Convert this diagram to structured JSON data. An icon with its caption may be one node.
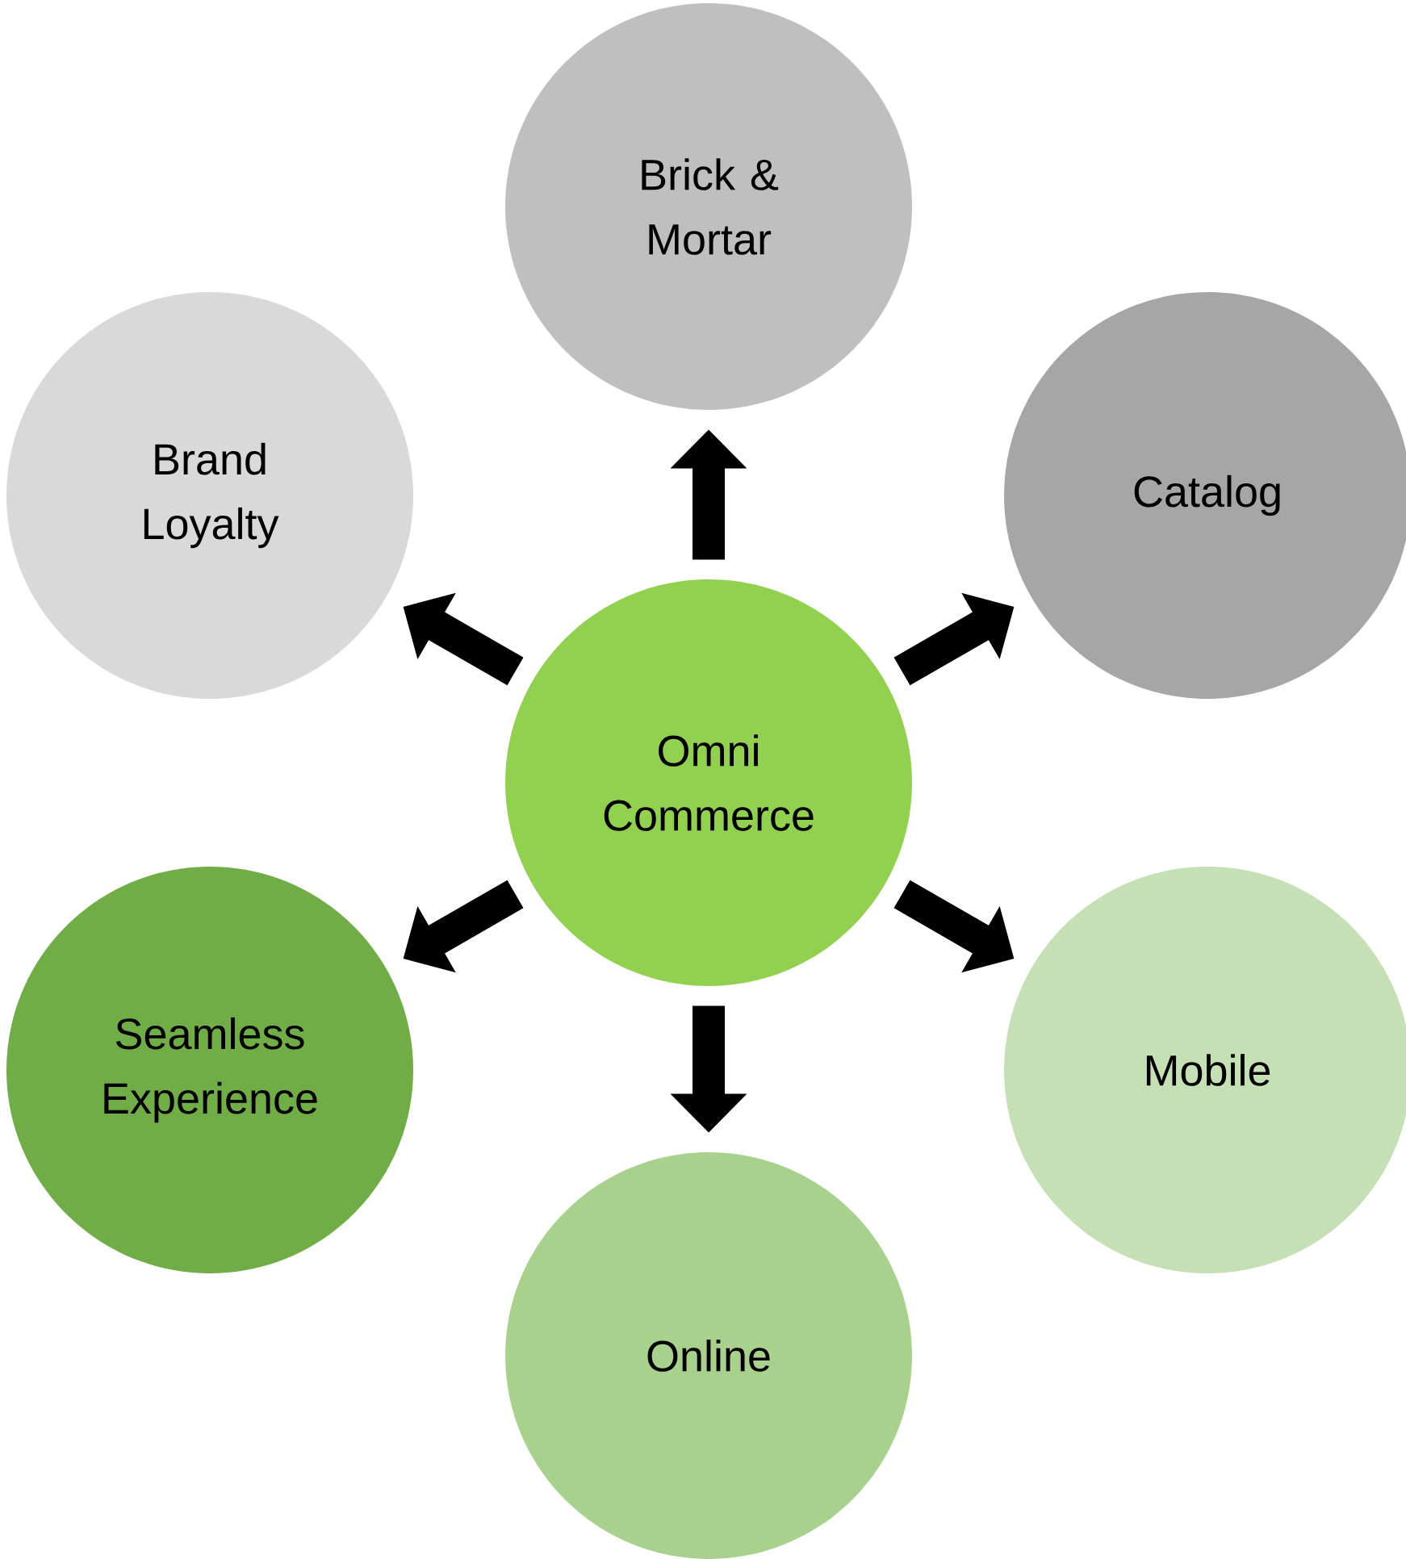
{
  "diagram": {
    "nodes": [
      {
        "text": [
          "Omni Commerce"
        ]
      },
      {
        "text": [
          "Brick & Mortar"
        ]
      },
      {
        "text": [
          "Catalog"
        ]
      },
      {
        "text": [
          "Mobile"
        ]
      },
      {
        "text": [
          "Online"
        ]
      },
      {
        "text": [
          "Seamless Experience"
        ]
      },
      {
        "text": [
          "Brand Loyalty"
        ]
      }
    ],
    "edges": [
      {
        "from": 0,
        "to": 1,
        "arrow": "to"
      },
      {
        "from": 0,
        "to": 2,
        "arrow": "to"
      },
      {
        "from": 0,
        "to": 3,
        "arrow": "to"
      },
      {
        "from": 0,
        "to": 4,
        "arrow": "to"
      },
      {
        "from": 0,
        "to": 5,
        "arrow": "to"
      },
      {
        "from": 0,
        "to": 6,
        "arrow": "to"
      }
    ]
  }
}
